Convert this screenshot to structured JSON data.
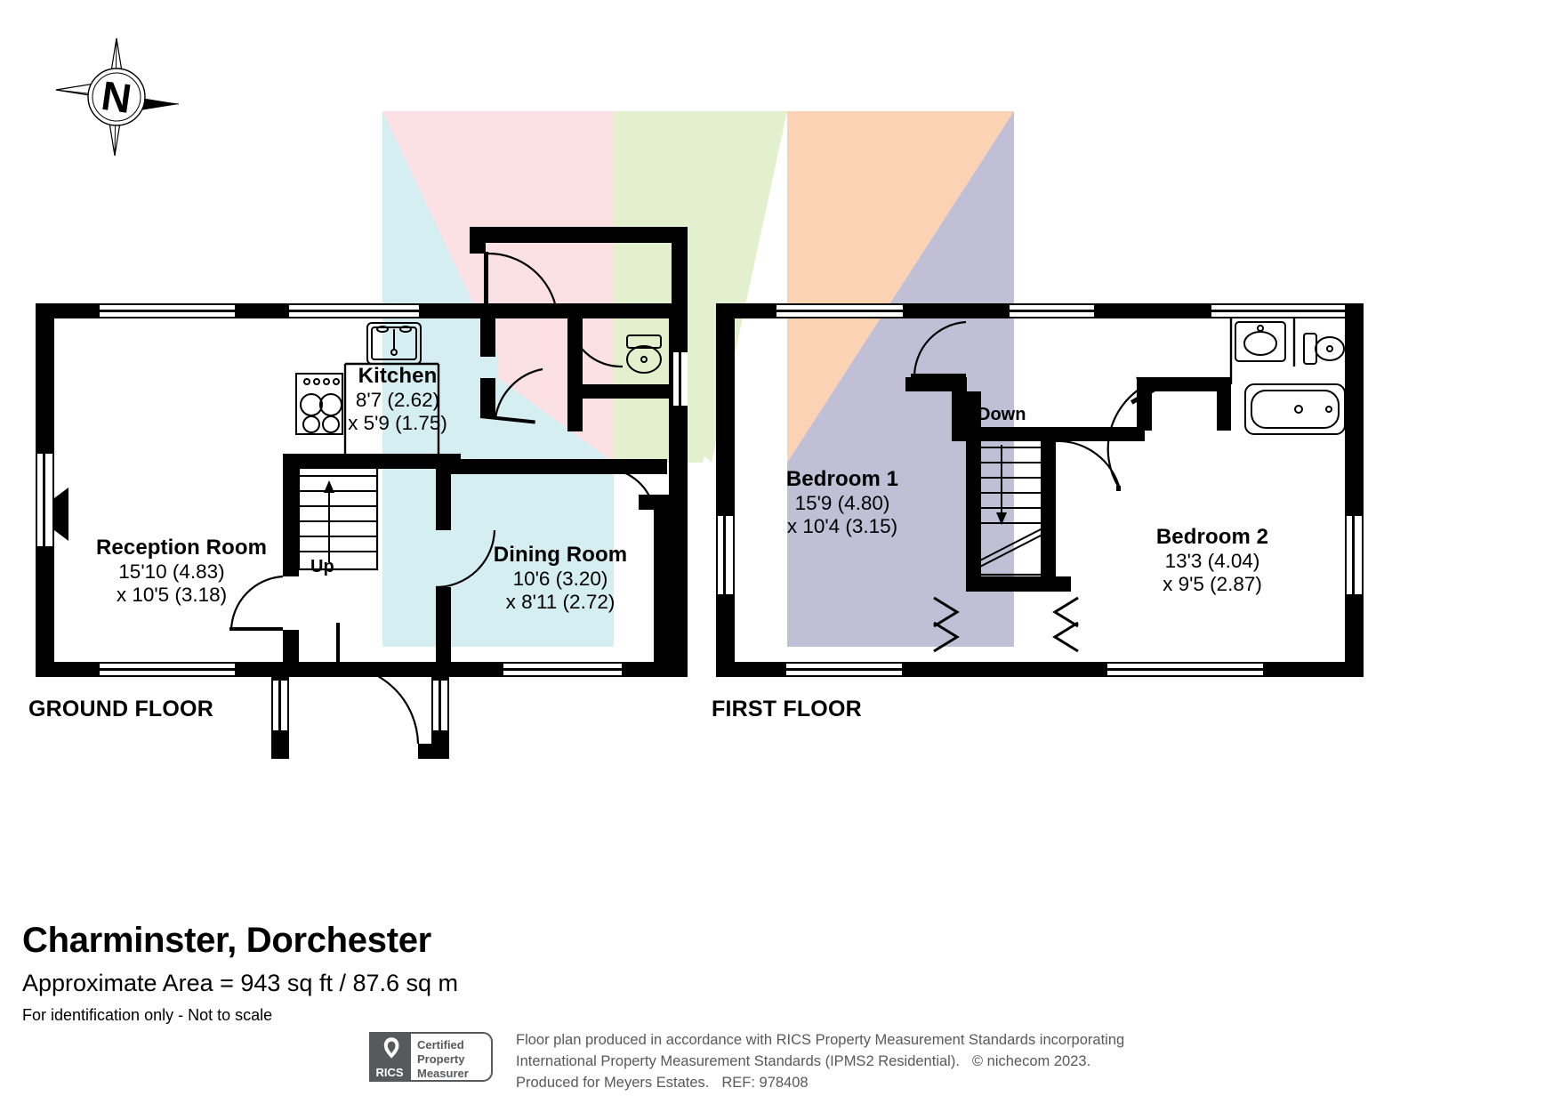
{
  "document": {
    "title": "Charminster, Dorchester",
    "area_line": "Approximate Area = 943 sq ft / 87.6 sq m",
    "identification_note": "For identification only - Not to scale"
  },
  "compass": {
    "label": "N",
    "icon": "compass-rose-icon"
  },
  "floors": [
    {
      "id": "ground",
      "label": "GROUND FLOOR"
    },
    {
      "id": "first",
      "label": "FIRST FLOOR"
    }
  ],
  "rooms": [
    {
      "id": "reception-room",
      "name": "Reception Room",
      "dim_1": "15'10 (4.83)",
      "dim_2": "x 10'5 (3.18)",
      "floor": "ground"
    },
    {
      "id": "kitchen",
      "name": "Kitchen",
      "dim_1": "8'7 (2.62)",
      "dim_2": "x 5'9 (1.75)",
      "floor": "ground"
    },
    {
      "id": "dining-room",
      "name": "Dining Room",
      "dim_1": "10'6 (3.20)",
      "dim_2": "x 8'11 (2.72)",
      "floor": "ground"
    },
    {
      "id": "bedroom-1",
      "name": "Bedroom 1",
      "dim_1": "15'9 (4.80)",
      "dim_2": "x 10'4 (3.15)",
      "floor": "first"
    },
    {
      "id": "bedroom-2",
      "name": "Bedroom 2",
      "dim_1": "13'3 (4.04)",
      "dim_2": "x 9'5 (2.87)",
      "floor": "first"
    }
  ],
  "stairs": [
    {
      "id": "stairs-up",
      "label": "Up",
      "floor": "ground"
    },
    {
      "id": "stairs-down",
      "label": "Down",
      "floor": "first"
    }
  ],
  "rics_badge": {
    "brand": "RICS",
    "line_1": "Certified",
    "line_2": "Property",
    "line_3": "Measurer"
  },
  "footer": {
    "line_1": "Floor plan produced in accordance with RICS Property Measurement Standards incorporating",
    "line_2a": "International Property Measurement Standards (IPMS2 Residential).",
    "line_2b": "© nichecom 2023.",
    "line_3a": "Produced for Meyers Estates.",
    "line_3b": "REF:  978408"
  },
  "colors": {
    "wall": "#000000",
    "wedge_pink": "#fbe0e4",
    "wedge_cyan": "#d5eef2",
    "wedge_green": "#e2f0cd",
    "wedge_orange": "#fbd3b4",
    "wedge_purple": "#c0bfd6",
    "footer_text": "#58595b",
    "rics_grey": "#58595b"
  }
}
